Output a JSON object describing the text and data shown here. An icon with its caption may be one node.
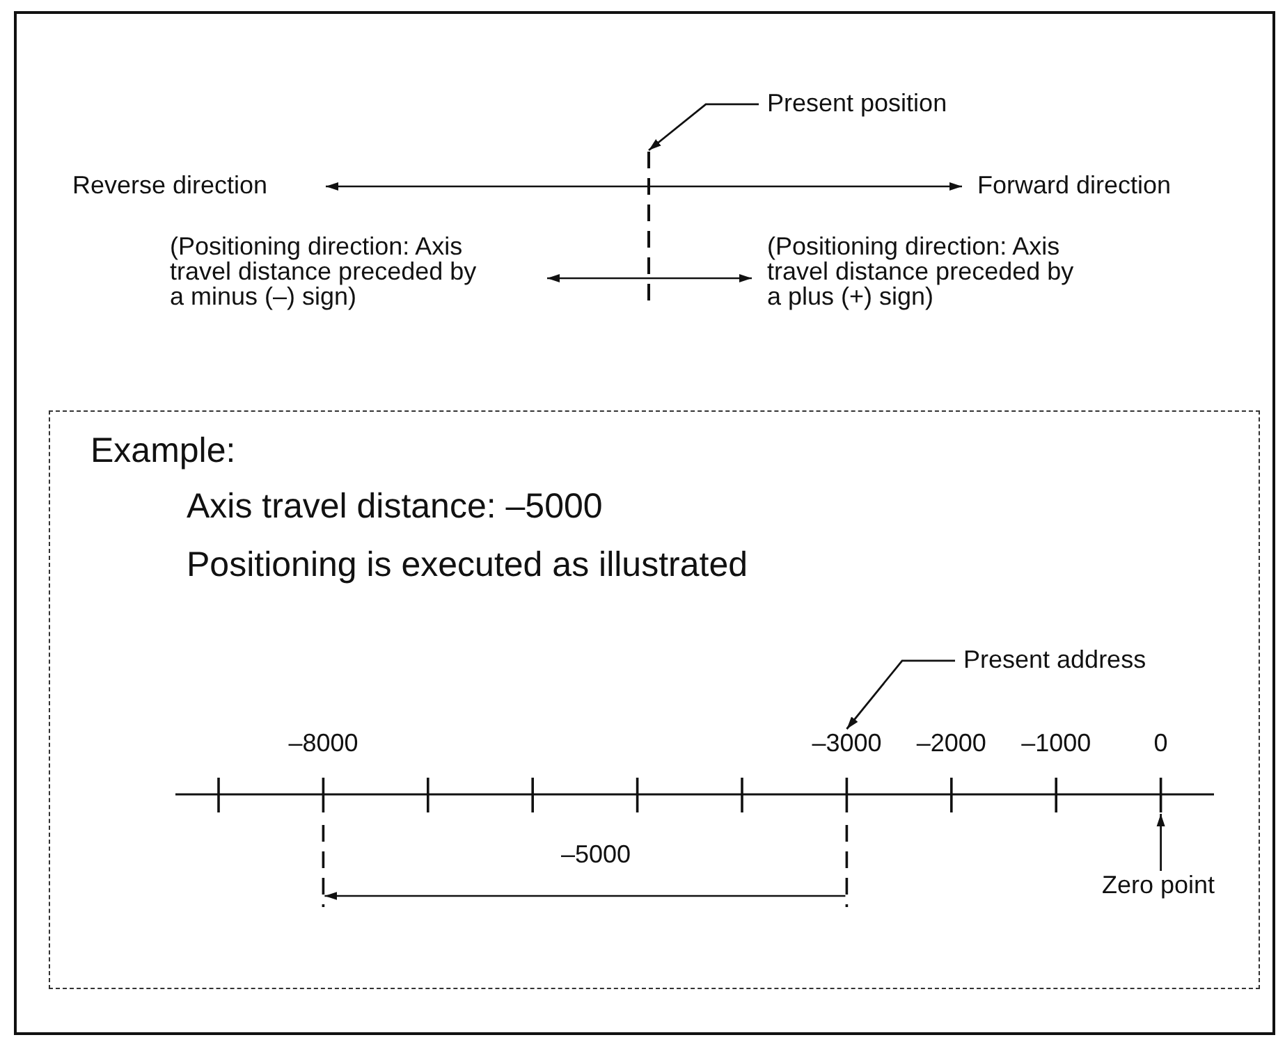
{
  "diagram": {
    "nodes": [
      {
        "text": [
          "Present position"
        ]
      },
      {
        "text": [],
        "shape": "bar"
      },
      {
        "text": [
          "Example:",
          "Axis travel distance: –5000",
          "Positioning is executed as illustrated"
        ]
      },
      {
        "text": [
          "Present address"
        ],
        "in": 2
      },
      {
        "text": [
          "–3000"
        ],
        "in": 2
      },
      {
        "text": [
          "Zero point"
        ],
        "in": 2
      },
      {
        "text": [],
        "shape": "bar",
        "in": 2
      }
    ],
    "edges": [
      {
        "from": 0,
        "to": 1,
        "arrow": "to"
      },
      {
        "from": 3,
        "to": 4,
        "arrow": "to"
      },
      {
        "from": 5,
        "to": 6,
        "arrow": "to"
      }
    ],
    "labels": [
      "Reverse direction",
      "Forward direction",
      "(Positioning direction: Axis travel distance preceded by a minus (–) sign)",
      "(Positioning direction: Axis travel distance preceded by a plus (+) sign)",
      "–8000",
      "–2000",
      "–1000",
      "0",
      "–5000"
    ]
  }
}
